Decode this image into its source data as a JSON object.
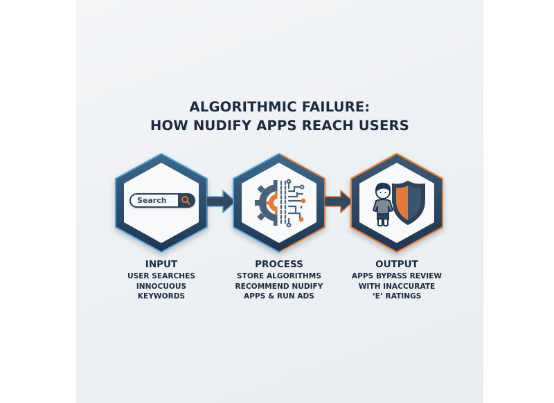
{
  "title": {
    "line1": "ALGORITHMIC FAILURE:",
    "line2": "HOW NUDIFY APPS REACH USERS"
  },
  "colors": {
    "navy": "#2f4256",
    "blue_accent": "#3a9bd5",
    "orange_accent": "#e07b39",
    "text": "#1b2a3d"
  },
  "steps": [
    {
      "heading": "INPUT",
      "body": "USER SEARCHES\nINNOCUOUS\nKEYWORDS",
      "icon": "search-bar-icon",
      "search_label": "Search"
    },
    {
      "heading": "PROCESS",
      "body": "STORE ALGORITHMS\nRECOMMEND NUDIFY\nAPPS & RUN ADS",
      "icon": "gear-circuit-icon"
    },
    {
      "heading": "OUTPUT",
      "body": "APPS BYPASS REVIEW\nWITH INACCURATE\n‘E’ RATINGS",
      "icon": "child-shield-icon"
    }
  ],
  "arrows": [
    {
      "icon": "arrow-right-icon",
      "accent": "blue"
    },
    {
      "icon": "arrow-right-icon",
      "accent": "orange"
    }
  ]
}
